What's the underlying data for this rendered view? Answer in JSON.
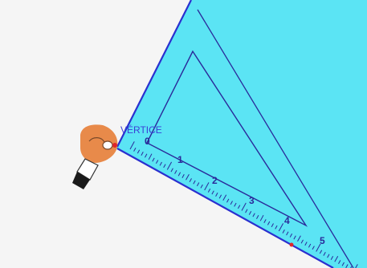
{
  "scene": {
    "vertex_label": "VÉRTICE",
    "ruler_numbers": [
      "0",
      "1",
      "2",
      "3",
      "4",
      "5"
    ],
    "colors": {
      "background": "#f5f5f5",
      "triangle_fill": "#5be4f4",
      "triangle_edge": "#2b2fcf",
      "inner_outline": "#2a2a9a",
      "label": "#3b3fd6",
      "hand_skin": "#e88a4a",
      "hand_outline": "#7a4a2a",
      "marker_red": "#e0262a"
    },
    "icons": {
      "hand": "hand-holding-point-icon",
      "vertex_dot": "vertex-point-icon"
    }
  }
}
